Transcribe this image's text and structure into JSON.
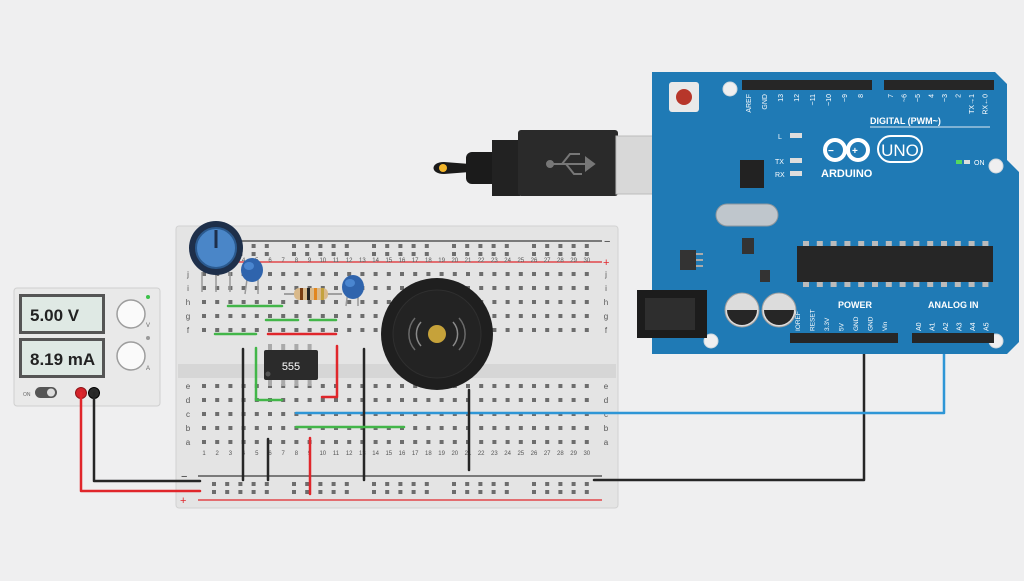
{
  "power_supply": {
    "voltage": "5.00 V",
    "current": "8.19 mA",
    "switch_label": "ON",
    "knob_labels": [
      "V",
      "A"
    ]
  },
  "breadboard": {
    "row_letters_top": [
      "j",
      "i",
      "h",
      "g",
      "f"
    ],
    "row_letters_bottom": [
      "e",
      "d",
      "c",
      "b",
      "a"
    ],
    "column_numbers": [
      "1",
      "2",
      "3",
      "4",
      "5",
      "6",
      "7",
      "8",
      "9",
      "10",
      "11",
      "12",
      "13",
      "14",
      "15",
      "16",
      "17",
      "18",
      "19",
      "20",
      "21",
      "22",
      "23",
      "24",
      "25",
      "26",
      "27",
      "28",
      "29",
      "30"
    ],
    "rail_minus": "−",
    "rail_plus": "+"
  },
  "ic": {
    "label": "555"
  },
  "arduino": {
    "logo": "UNO",
    "brand": "ARDUINO",
    "digital_header": "DIGITAL (PWM~)",
    "digital_pins": [
      "AREF",
      "GND",
      "13",
      "12",
      "~11",
      "~10",
      "~9",
      "8",
      "7",
      "~6",
      "~5",
      "4",
      "~3",
      "2",
      "TX→1",
      "RX←0"
    ],
    "led_l": "L",
    "led_tx": "TX",
    "led_rx": "RX",
    "on_label": "ON",
    "power_header": "POWER",
    "power_pins": [
      "IOREF",
      "RESET",
      "3.3V",
      "5V",
      "GND",
      "GND",
      "Vin"
    ],
    "analog_header": "ANALOG IN",
    "analog_pins": [
      "A0",
      "A1",
      "A2",
      "A3",
      "A4",
      "A5"
    ]
  },
  "colors": {
    "wire_red": "#e0262b",
    "wire_black": "#262626",
    "wire_blue": "#2e96d6",
    "wire_green": "#42b649",
    "board_teal": "#1f7ab5",
    "breadboard": "#e3e3e3"
  }
}
